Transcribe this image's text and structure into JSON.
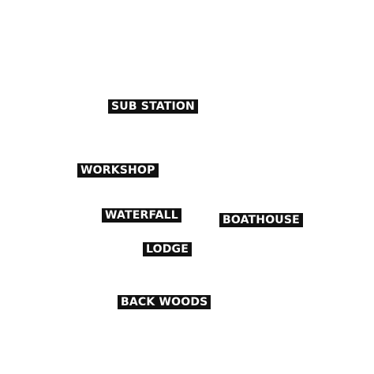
{
  "map": {
    "locations": [
      {
        "id": "substation",
        "label": "SUB STATION"
      },
      {
        "id": "workshop",
        "label": "WORKSHOP"
      },
      {
        "id": "waterfall",
        "label": "WATERFALL"
      },
      {
        "id": "boathouse",
        "label": "BOATHOUSE"
      },
      {
        "id": "lodge",
        "label": "LODGE"
      },
      {
        "id": "backwoods",
        "label": "BACK WOODS"
      }
    ],
    "colors": {
      "background": "#ffffff",
      "label_background": "#111111",
      "label_text": "#ffffff"
    }
  }
}
